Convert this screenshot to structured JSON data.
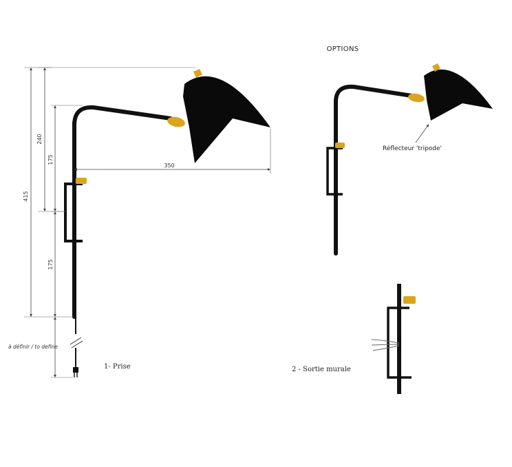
{
  "header": {
    "options_label": "OPTIONS"
  },
  "dimensions": {
    "height_total": "415",
    "height_upper": "240",
    "arm_drop": "175",
    "bracket_height": "175",
    "arm_reach": "350",
    "cable_note": "à définir / to define"
  },
  "options": {
    "option1_label": "1- Prise",
    "option2_label": "2 -  Sortie murale",
    "reflector_label": "Réflecteur 'tripode'"
  },
  "colors": {
    "lamp_black": "#0a0a0a",
    "brass": "#d9a520",
    "dimension_line": "#444444"
  }
}
